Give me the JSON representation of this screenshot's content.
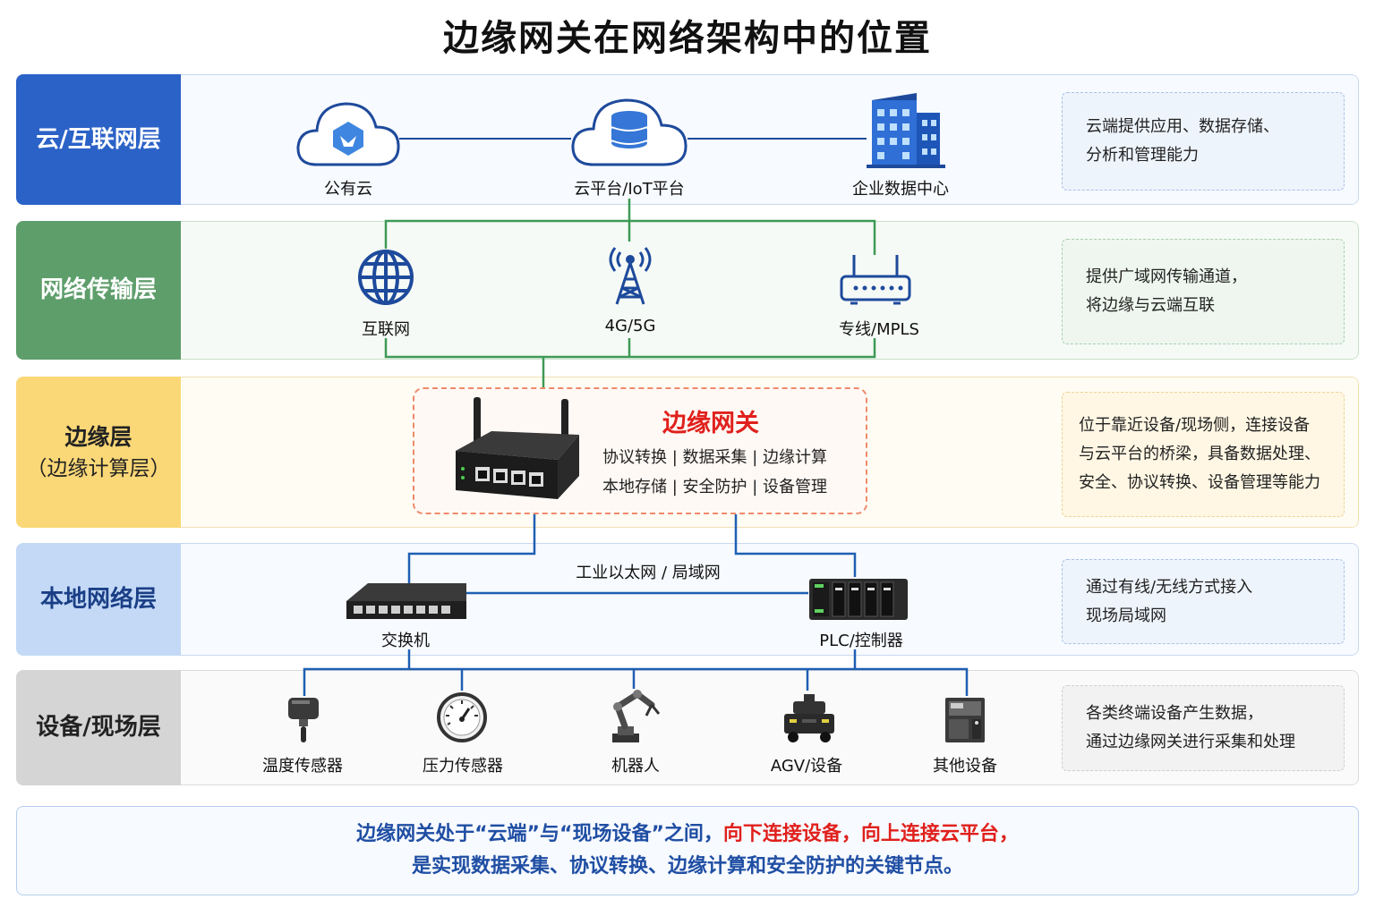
{
  "title": "边缘网关在网络架构中的位置",
  "layers": {
    "cloud": {
      "label": "云/互联网层",
      "desc_line1": "云端提供应用、数据存储、",
      "desc_line2": "分析和管理能力",
      "nodes": [
        "公有云",
        "云平台/IoT平台",
        "企业数据中心"
      ]
    },
    "network": {
      "label": "网络传输层",
      "desc_line1": "提供广域网传输通道，",
      "desc_line2": "将边缘与云端互联",
      "nodes": [
        "互联网",
        "4G/5G",
        "专线/MPLS"
      ]
    },
    "edge": {
      "label_line1": "边缘层",
      "label_line2": "（边缘计算层）",
      "desc_line1": "位于靠近设备/现场侧，连接设备",
      "desc_line2": "与云平台的桥梁，具备数据处理、",
      "desc_line3": "安全、协议转换、设备管理等能力",
      "gateway_title": "边缘网关",
      "gateway_line1": "协议转换 | 数据采集 | 边缘计算",
      "gateway_line2": "本地存储 | 安全防护 | 设备管理"
    },
    "local": {
      "label": "本地网络层",
      "desc_line1": "通过有线/无线方式接入",
      "desc_line2": "现场局域网",
      "bus_label": "工业以太网 / 局域网",
      "nodes": [
        "交换机",
        "PLC/控制器"
      ]
    },
    "device": {
      "label": "设备/现场层",
      "desc_line1": "各类终端设备产生数据，",
      "desc_line2": "通过边缘网关进行采集和处理",
      "nodes": [
        "温度传感器",
        "压力传感器",
        "机器人",
        "AGV/设备",
        "其他设备"
      ]
    }
  },
  "summary": {
    "line1_a": "边缘网关处于“云端”与“现场设备”之间，",
    "line1_b": "向下连接设备，向上连接云平台，",
    "line2": "是实现数据采集、协议转换、边缘计算和安全防护的关键节点。"
  },
  "icons": [
    "cloud-icon",
    "database-icon",
    "building-icon",
    "globe-icon",
    "cell-tower-icon",
    "router-icon",
    "gateway-device-icon",
    "switch-icon",
    "plc-icon",
    "temperature-sensor-icon",
    "pressure-gauge-icon",
    "robot-arm-icon",
    "agv-icon",
    "cabinet-icon"
  ],
  "colors": {
    "cloud": "#2b62c7",
    "network": "#5e9e6b",
    "edge": "#fbd877",
    "local": "#c3d9f6",
    "device": "#d5d5d5",
    "accent_red": "#e0201c",
    "summary_blue": "#1f4ea3"
  }
}
